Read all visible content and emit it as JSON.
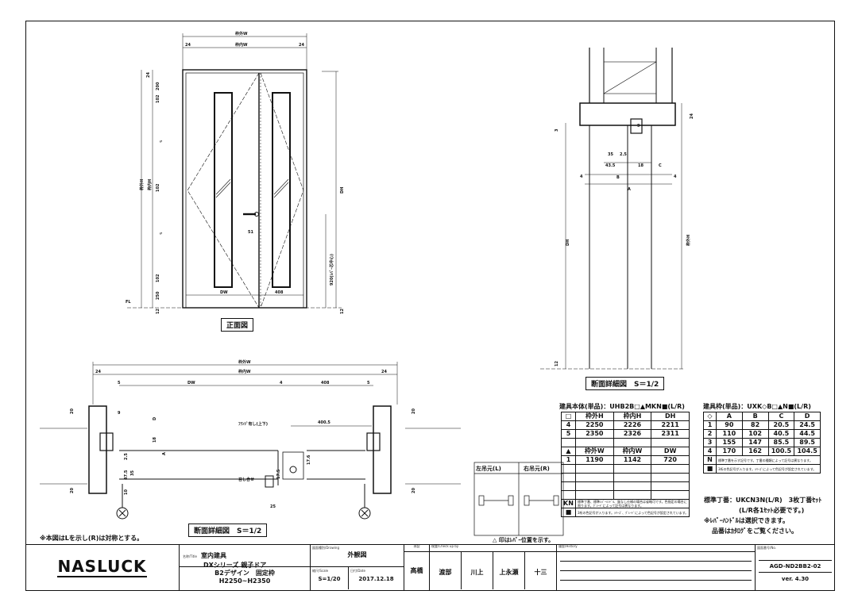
{
  "front": {
    "dims": {
      "outer_w": "枠外W",
      "inner_w": "枠内W",
      "w24": "24",
      "outer_h": "枠外H",
      "inner_h": "枠内H",
      "d24": "24",
      "d200": "200",
      "d102": "102",
      "d250": "250",
      "d12": "12",
      "dw": "DW",
      "d408": "408",
      "d51": "51",
      "dh": "DH",
      "lever": "920(ﾚﾊﾞｰ芯中心)",
      "fl": "FL",
      "eq": "〃"
    },
    "caption": "正面図"
  },
  "vsection": {
    "dims": {
      "d24": "24",
      "d3": "3",
      "d35": "35",
      "d25": "2.5",
      "d43": "43.5",
      "d18": "18",
      "b": "B",
      "c": "C",
      "a": "A",
      "d4": "4",
      "dh": "DH",
      "outer_h": "枠外H",
      "d12": "12",
      "d9": "9"
    },
    "caption": "断面詳細図　S＝1/2"
  },
  "hsection": {
    "dims": {
      "outer_w": "枠外W",
      "inner_w": "枠内W",
      "w24": "24",
      "d5": "5",
      "dw": "DW",
      "d4": "4",
      "d408": "408",
      "d400": "400.5",
      "d20": "20",
      "d9": "9",
      "d18": "18",
      "d35": "35",
      "d25": "2.5",
      "d47": "47.5",
      "d10": "10",
      "d176": "17.6",
      "d175": "17.5",
      "d25b": "25",
      "a": "A",
      "d": "D",
      "flange": "ﾌﾗﾝｼﾞ有し(上下)",
      "goshi": "召し合せ"
    },
    "caption": "断面詳細図　S＝1/2"
  },
  "hinge": {
    "left": "左吊元(L)",
    "right": "右吊元(R)",
    "note": "△ 印はﾚﾊﾞｰ位置を示す。"
  },
  "note_left": "※本図はLを示し(R)は対称とする。",
  "body_table": {
    "title": "建具本体(単品)：UHB2B□▲MKN■(L/R)",
    "head1": [
      "□",
      "枠外H",
      "枠内H",
      "DH"
    ],
    "rows1": [
      [
        "4",
        "2250",
        "2226",
        "2211"
      ],
      [
        "5",
        "2350",
        "2326",
        "2311"
      ]
    ],
    "head2": [
      "▲",
      "枠外W",
      "枠内W",
      "DW"
    ],
    "rows2": [
      [
        "1",
        "1190",
        "1142",
        "720"
      ]
    ],
    "kn_label": "KN",
    "kn_text": "標準丁番、標準ﾚﾊﾞｰﾊﾝﾄﾞﾙ、錠なし仕様の場合は省略可です。色指定の場合に限ります。ｸﾞﾚｰﾄﾞによって記号は異なります。",
    "sq_label": "■",
    "sq_text": "3桁の色記号が入ります。ｼﾘｰｽﾞ、ｸﾞﾚｰﾄﾞによって色記号が設定されています。"
  },
  "frame_table": {
    "title": "建具枠(単品)：UXK◇B□▲N■(L/R)",
    "head": [
      "◇",
      "A",
      "B",
      "C",
      "D"
    ],
    "rows": [
      [
        "1",
        "90",
        "82",
        "20.5",
        "24.5"
      ],
      [
        "2",
        "110",
        "102",
        "40.5",
        "44.5"
      ],
      [
        "3",
        "155",
        "147",
        "85.5",
        "89.5"
      ],
      [
        "4",
        "170",
        "162",
        "100.5",
        "104.5"
      ]
    ],
    "n_label": "N",
    "n_text": "標準丁番を示す記号です。丁番の種類によって記号は異なります。",
    "sq_label": "■",
    "sq_text": "3桁の色記号が入ります。ｼﾘｰｽﾞによって色記号が設定されています。"
  },
  "notes": {
    "hinge_std": "標準丁番：UKCN3N(L/R)　3枚丁番ｾｯﾄ",
    "hinge_note": "(L/R各1ｾｯﾄ必要です。)",
    "lever": "※ﾚﾊﾞｰﾊﾝﾄﾞﾙは選択できます。",
    "catalog": "品番はｶﾀﾛｸﾞをご覧ください。"
  },
  "titleblock": {
    "logo": "NASLUCK",
    "title_label": "名称/Title",
    "title1": "室内建具",
    "title2": "DXシリーズ 親子ドア",
    "title3": "B2デザイン　固定枠",
    "title4": "H2250~H2350",
    "drawing_label": "図面種別/Drawing",
    "drawing": "外観図",
    "scale_label": "縮尺/Scale",
    "scale": "S=1/20",
    "date_label": "日付/Date",
    "date": "2017.12.18",
    "approve_label": "承認",
    "approver": "高橋",
    "check_label": "検査/Check up by",
    "checkers": [
      "渡部",
      "川上",
      "上永瀬",
      "十三"
    ],
    "history_label": "履歴/History",
    "no_label": "図面番号/No.",
    "no": "AGD-ND2BB2-02",
    "version": "ver. 4.30"
  }
}
